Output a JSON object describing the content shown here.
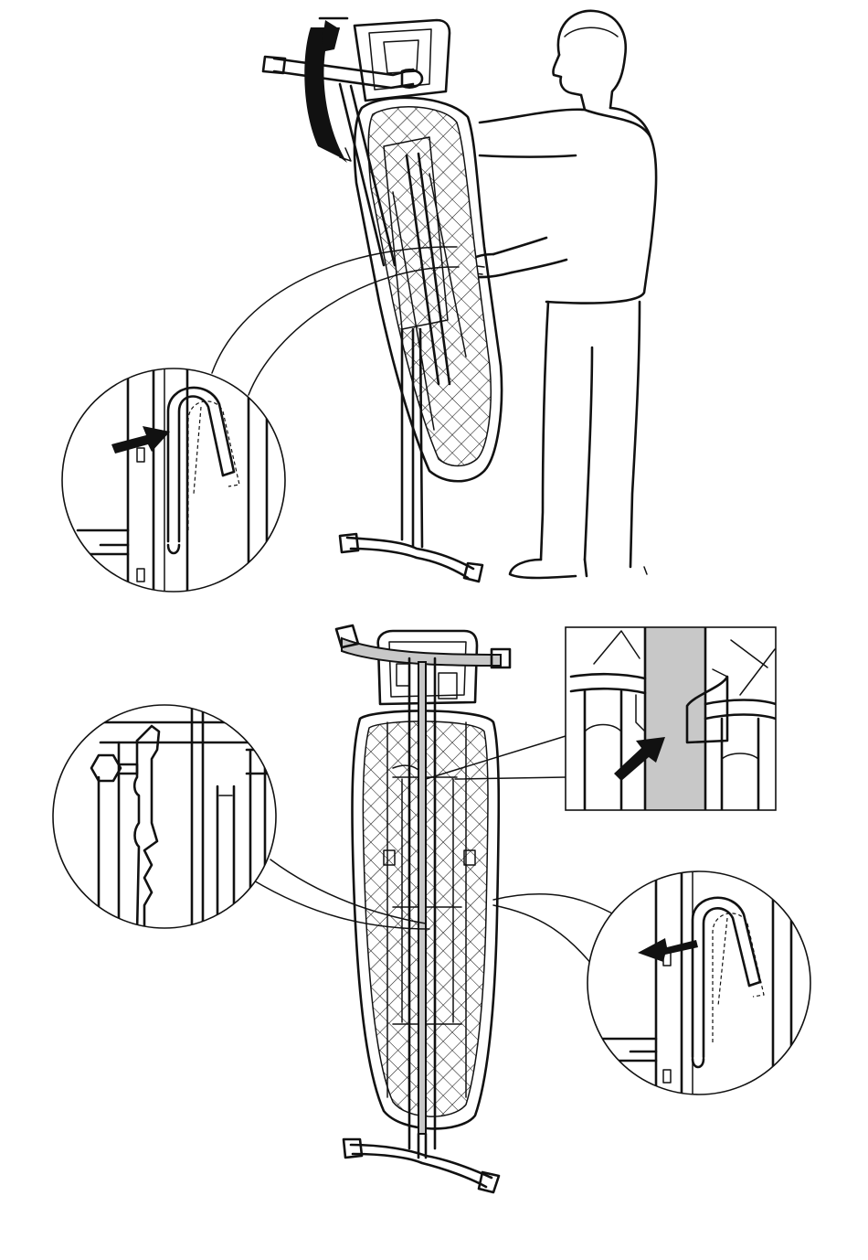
{
  "diagram": {
    "steps": [
      {
        "id": "step-1",
        "detail_count": 1
      },
      {
        "id": "step-2",
        "detail_count": 3
      }
    ],
    "colors": {
      "line": "#111111",
      "highlight": "#c8c8c8",
      "background": "#ffffff"
    },
    "icons": [
      "rotate-arrow-icon",
      "push-arrow-icon",
      "pull-arrow-icon"
    ]
  }
}
